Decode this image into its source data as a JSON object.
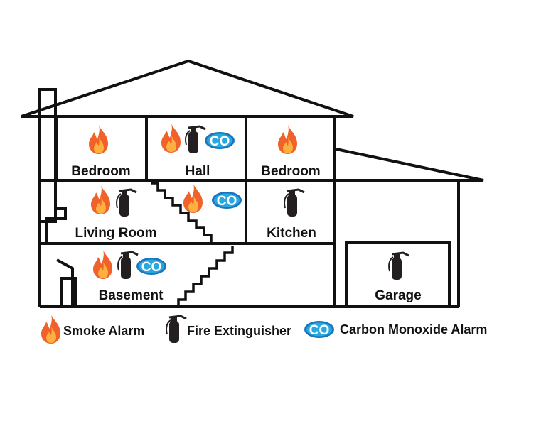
{
  "rooms": {
    "bedroom_left": "Bedroom",
    "hall": "Hall",
    "bedroom_right": "Bedroom",
    "living_room": "Living Room",
    "kitchen": "Kitchen",
    "basement": "Basement",
    "garage": "Garage"
  },
  "icons": {
    "smoke_alarm": "flame-icon",
    "fire_extinguisher": "fire-extinguisher-icon",
    "co_alarm": "co-badge-icon",
    "co_text": "CO"
  },
  "legend": {
    "smoke_alarm": "Smoke Alarm",
    "fire_extinguisher": "Fire Extinguisher",
    "co_alarm": "Carbon Monoxide Alarm"
  },
  "colors": {
    "flame_outer": "#f0622a",
    "flame_inner": "#fbb040",
    "extinguisher": "#231f20",
    "co_fill": "#1a75bc",
    "co_light": "#29a8e0",
    "line": "#111111"
  }
}
